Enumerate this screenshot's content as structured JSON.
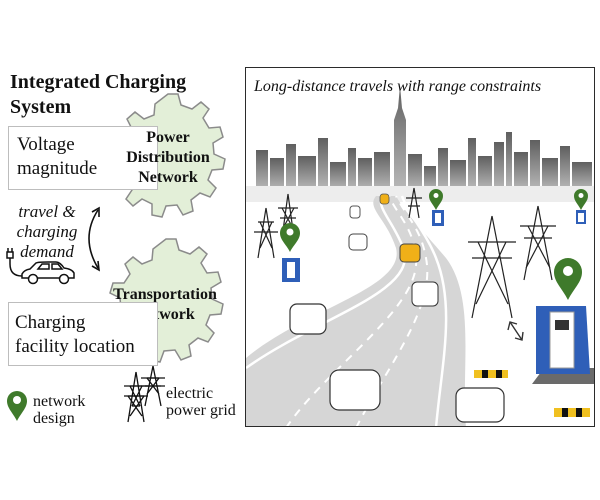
{
  "left_panel": {
    "title_line1": "Integrated Charging",
    "title_line2": "System",
    "voltage_box_line1": "Voltage",
    "voltage_box_line2": "magnitude",
    "power_gear_line1": "Power",
    "power_gear_line2": "Distribution",
    "power_gear_line3": "Network",
    "demand_line1": "travel &",
    "demand_line2": "charging",
    "demand_line3": "demand",
    "transport_gear_line1": "Transportation",
    "transport_gear_line2": "Network",
    "charging_box_line1": "Charging",
    "charging_box_line2": "facility location"
  },
  "legend": {
    "pin_label_line1": "network",
    "pin_label_line2": "design",
    "grid_label_line1": "electric",
    "grid_label_line2": "power grid"
  },
  "scene": {
    "title": "Long-distance travels with range constraints"
  },
  "colors": {
    "gear_fill": "#e3efd8",
    "gear_stroke": "#8b8b8b",
    "pin_green": "#3f7a2b",
    "charger_blue": "#2f5fb8",
    "taxi_yellow": "#f0b018",
    "road_gray": "#cfcfcf"
  },
  "icons": [
    "location-pin-icon",
    "power-tower-icon",
    "car-icon",
    "charging-plug-icon",
    "double-arrow-icon",
    "charging-station-icon",
    "city-skyline-icon"
  ]
}
